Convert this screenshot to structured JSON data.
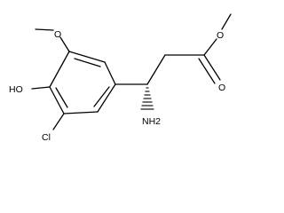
{
  "molecule": {
    "labels": {
      "methoxy_oxygen": "O",
      "hydroxyl": "HO",
      "chlorine": "Cl",
      "amine": "NH2",
      "ester_single_oxygen": "O",
      "ester_carbonyl_oxygen": "O"
    }
  }
}
